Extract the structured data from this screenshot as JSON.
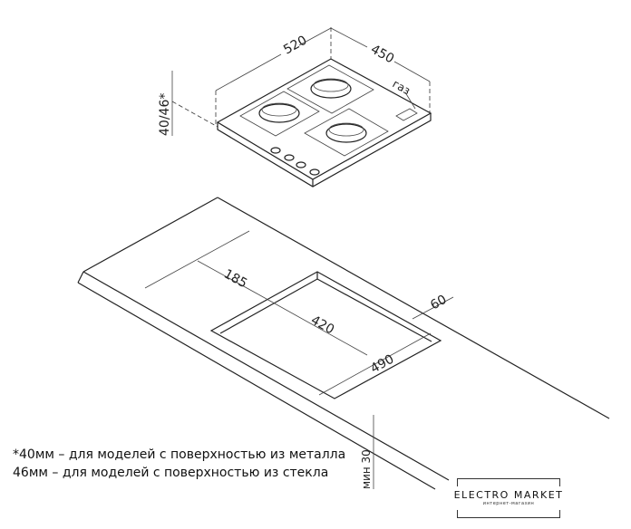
{
  "hob": {
    "width_label": "520",
    "depth_label": "450",
    "height_label": "40/46*",
    "gas_label": "газ"
  },
  "cutout": {
    "offset_label": "185",
    "depth_label": "420",
    "width_label": "490",
    "rear_gap_label": "60",
    "min_thickness_label": "мин 30"
  },
  "notes": [
    "*40мм – для моделей с поверхностью из металла",
    "46мм – для моделей с поверхностью из стекла"
  ],
  "logo": {
    "name": "ELECTRO MARKET",
    "tagline": "интернет-магазин"
  }
}
